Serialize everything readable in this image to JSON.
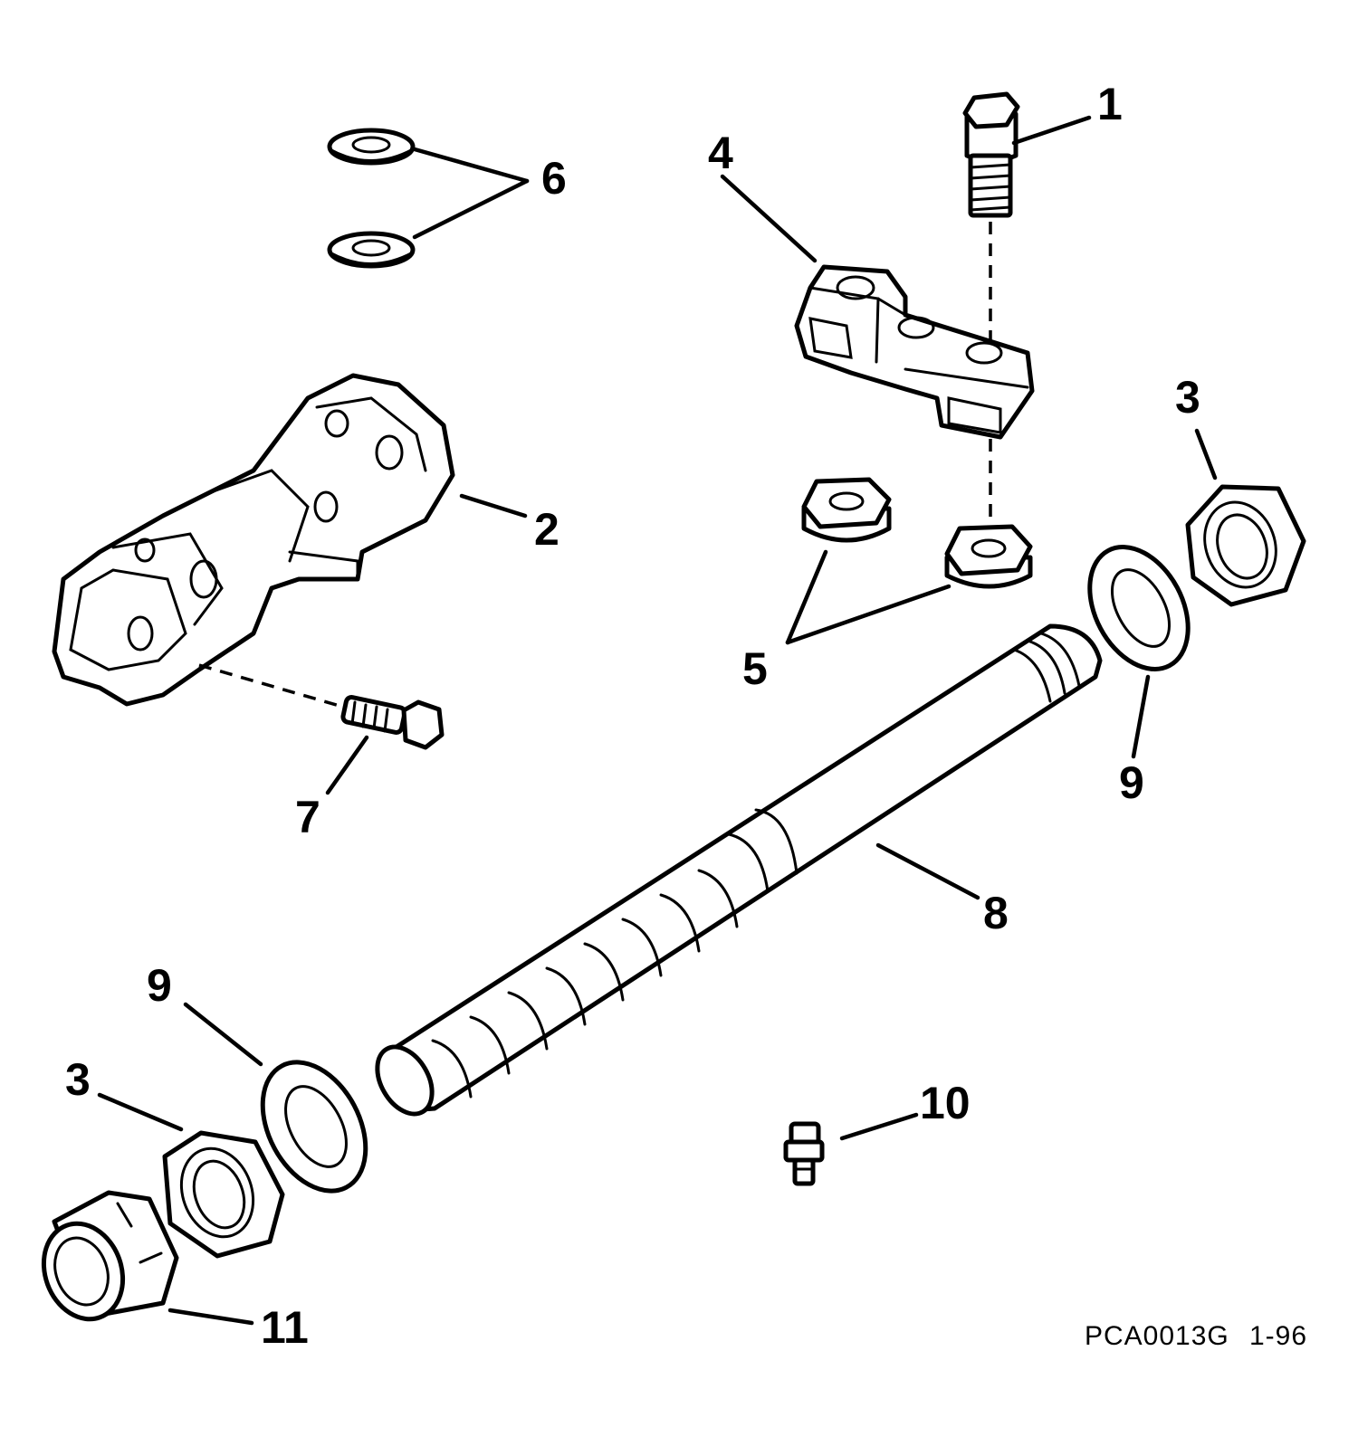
{
  "diagram": {
    "callouts": {
      "c1": "1",
      "c2": "2",
      "c3_right": "3",
      "c3_left": "3",
      "c4": "4",
      "c5": "5",
      "c6": "6",
      "c7": "7",
      "c8": "8",
      "c9_right": "9",
      "c9_left": "9",
      "c10": "10",
      "c11": "11"
    },
    "drawing_code": "PCA0013G",
    "revision": "1-96"
  }
}
